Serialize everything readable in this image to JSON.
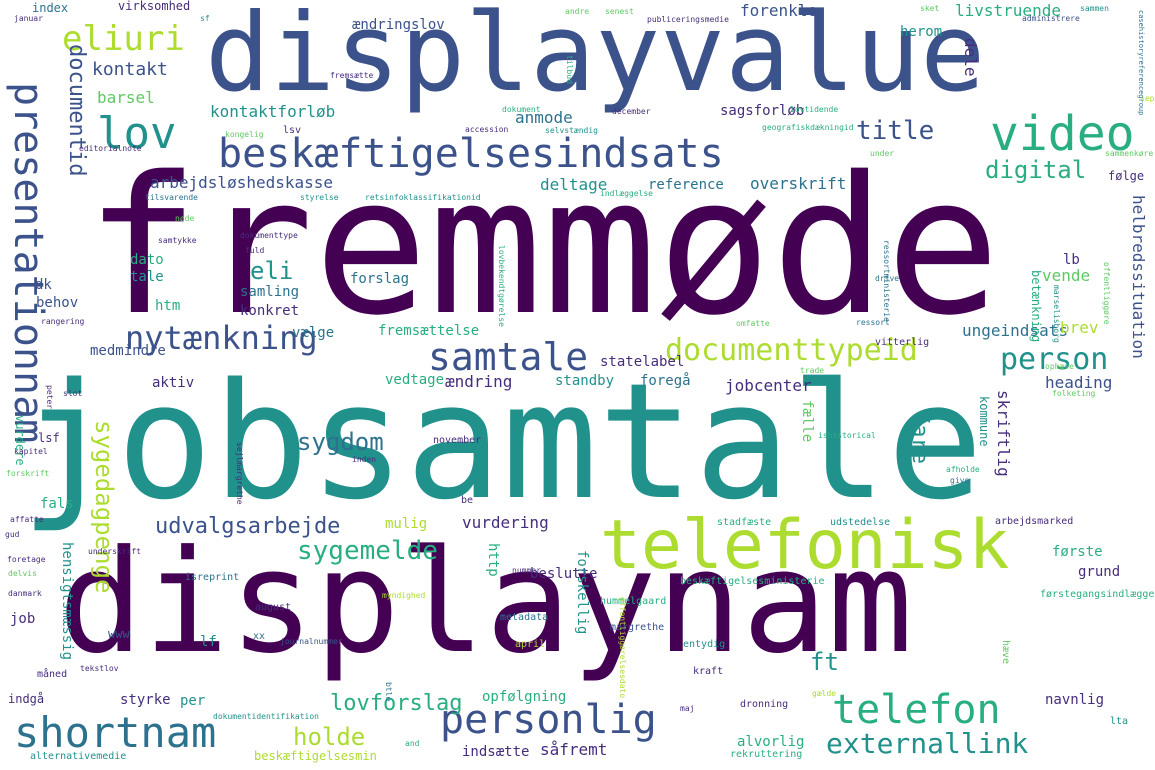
{
  "wordcloud": {
    "colors": {
      "purple_dark": "#440154",
      "purple": "#472d7b",
      "indigo": "#3b528b",
      "blue": "#2c728e",
      "teal": "#21918c",
      "green_teal": "#28ae80",
      "green": "#5ec962",
      "lime": "#addc30",
      "yellow": "#fde725"
    },
    "words": [
      {
        "text": "fremmøde"
      },
      {
        "text": "jobsamtale"
      },
      {
        "text": "displaynam"
      },
      {
        "text": "displayvalue"
      },
      {
        "text": "telefonisk"
      },
      {
        "text": "beskæftigelsesindsats"
      },
      {
        "text": "samtale"
      },
      {
        "text": "video"
      },
      {
        "text": "lov"
      },
      {
        "text": "eliuri"
      },
      {
        "text": "presentationnam"
      },
      {
        "text": "documentid"
      },
      {
        "text": "personlig"
      },
      {
        "text": "shortnam"
      },
      {
        "text": "telefon"
      },
      {
        "text": "externallink"
      },
      {
        "text": "documenttypeid"
      },
      {
        "text": "nytænkning"
      },
      {
        "text": "person"
      },
      {
        "text": "sygemelde"
      },
      {
        "text": "sygedagpenge"
      },
      {
        "text": "udvalgsarbejde"
      },
      {
        "text": "sygdom"
      },
      {
        "text": "title"
      },
      {
        "text": "digital"
      },
      {
        "text": "eli"
      },
      {
        "text": "holde"
      },
      {
        "text": "lovforslag"
      },
      {
        "text": "ft"
      },
      {
        "text": "fare"
      },
      {
        "text": "kontakt"
      },
      {
        "text": "barsel"
      },
      {
        "text": "index"
      },
      {
        "text": "virksomhed"
      },
      {
        "text": "ændringslov"
      },
      {
        "text": "forenkle"
      },
      {
        "text": "livstruende"
      },
      {
        "text": "kontaktforløb"
      },
      {
        "text": "anmode"
      },
      {
        "text": "sagsforløb"
      },
      {
        "text": "herom"
      },
      {
        "text": "dele"
      },
      {
        "text": "arbejdsløshedskasse"
      },
      {
        "text": "deltage"
      },
      {
        "text": "reference"
      },
      {
        "text": "overskrift"
      },
      {
        "text": "dato"
      },
      {
        "text": "tale"
      },
      {
        "text": "samling"
      },
      {
        "text": "forslag"
      },
      {
        "text": "konkret"
      },
      {
        "text": "vælge"
      },
      {
        "text": "fremsættelse"
      },
      {
        "text": "medmindre"
      },
      {
        "text": "ungeindsats"
      },
      {
        "text": "brev"
      },
      {
        "text": "vende"
      },
      {
        "text": "lb"
      },
      {
        "text": "dk"
      },
      {
        "text": "behov"
      },
      {
        "text": "htm"
      },
      {
        "text": "aktiv"
      },
      {
        "text": "vedtage"
      },
      {
        "text": "ændring"
      },
      {
        "text": "standby"
      },
      {
        "text": "foregå"
      },
      {
        "text": "statelabel"
      },
      {
        "text": "jobcenter"
      },
      {
        "text": "heading"
      },
      {
        "text": "helbredssituation"
      },
      {
        "text": "betænkning"
      },
      {
        "text": "kommune"
      },
      {
        "text": "skriftlig"
      },
      {
        "text": "fælle"
      },
      {
        "text": "vurdere"
      },
      {
        "text": "lsf"
      },
      {
        "text": "fals"
      },
      {
        "text": "mulig"
      },
      {
        "text": "vurdering"
      },
      {
        "text": "http"
      },
      {
        "text": "beslutte"
      },
      {
        "text": "første"
      },
      {
        "text": "grund"
      },
      {
        "text": "job"
      },
      {
        "text": "hensigtsmæssig"
      },
      {
        "text": "forskellig"
      },
      {
        "text": "lf"
      },
      {
        "text": "www"
      },
      {
        "text": "styrke"
      },
      {
        "text": "per"
      },
      {
        "text": "opfølgning"
      },
      {
        "text": "navnlig"
      },
      {
        "text": "alvorlig"
      },
      {
        "text": "indsætte"
      },
      {
        "text": "såfremt"
      },
      {
        "text": "rekruttering"
      },
      {
        "text": "indgå"
      },
      {
        "text": "alternativemedie"
      },
      {
        "text": "beskæftigelsesmin"
      },
      {
        "text": "beskæftigelsesministerie"
      },
      {
        "text": "førstegangsindlæggelse"
      },
      {
        "text": "hummelgaard"
      },
      {
        "text": "isreprint"
      },
      {
        "text": "metadata"
      },
      {
        "text": "margrethe"
      },
      {
        "text": "journalnummer"
      },
      {
        "text": "tekstlov"
      },
      {
        "text": "dronning"
      },
      {
        "text": "kraft"
      },
      {
        "text": "entydig"
      },
      {
        "text": "udstedelse"
      },
      {
        "text": "stadfæste"
      },
      {
        "text": "arbejdsmarked"
      },
      {
        "text": "november"
      },
      {
        "text": "august"
      },
      {
        "text": "april"
      },
      {
        "text": "måned"
      },
      {
        "text": "lta"
      },
      {
        "text": "januar"
      },
      {
        "text": "sf"
      },
      {
        "text": "andre"
      },
      {
        "text": "senest"
      },
      {
        "text": "publiceringsmedie"
      },
      {
        "text": "administrere"
      },
      {
        "text": "casehistoryreferencegroup"
      },
      {
        "text": "fremsætte"
      },
      {
        "text": "tilbud"
      },
      {
        "text": "dokument"
      },
      {
        "text": "december"
      },
      {
        "text": "lovtidende"
      },
      {
        "text": "accession"
      },
      {
        "text": "selvstændig"
      },
      {
        "text": "geografiskdækningid"
      },
      {
        "text": "editorialnote"
      },
      {
        "text": "kongelig"
      },
      {
        "text": "lsv"
      },
      {
        "text": "under"
      },
      {
        "text": "følge"
      },
      {
        "text": "sammenkøre"
      },
      {
        "text": "tilsvarende"
      },
      {
        "text": "styrelse"
      },
      {
        "text": "retsinfoklassifikationid"
      },
      {
        "text": "indlæggelse"
      },
      {
        "text": "nøde"
      },
      {
        "text": "samtykke"
      },
      {
        "text": "dokumenttype"
      },
      {
        "text": "fuld"
      },
      {
        "text": "ressortministerie"
      },
      {
        "text": "lovbekendtgørelse"
      },
      {
        "text": "drive"
      },
      {
        "text": "offentliggøre"
      },
      {
        "text": "marselisborg"
      },
      {
        "text": "ressort"
      },
      {
        "text": "omfatte"
      },
      {
        "text": "rangering"
      },
      {
        "text": "vitterlig"
      },
      {
        "text": "trade"
      },
      {
        "text": "ophæve"
      },
      {
        "text": "folketing"
      },
      {
        "text": "slot"
      },
      {
        "text": "peter"
      },
      {
        "text": "kapitel"
      },
      {
        "text": "ishistorical"
      },
      {
        "text": "inden"
      },
      {
        "text": "afholde"
      },
      {
        "text": "give"
      },
      {
        "text": "forskrift"
      },
      {
        "text": "affatte"
      },
      {
        "text": "gud"
      },
      {
        "text": "underskrift"
      },
      {
        "text": "foretage"
      },
      {
        "text": "delvis"
      },
      {
        "text": "danmark"
      },
      {
        "text": "nummer"
      },
      {
        "text": "offentliggørelsesdato"
      },
      {
        "text": "myndighed"
      },
      {
        "text": "xx"
      },
      {
        "text": "btle"
      },
      {
        "text": "dokumentidentifikation"
      },
      {
        "text": "gælde"
      },
      {
        "text": "and"
      },
      {
        "text": "maj"
      },
      {
        "text": "be"
      },
      {
        "text": "sejlmargrethe"
      },
      {
        "text": "hæve"
      },
      {
        "text": "sammen"
      },
      {
        "text": "sket"
      },
      {
        "text": "sep"
      }
    ]
  }
}
